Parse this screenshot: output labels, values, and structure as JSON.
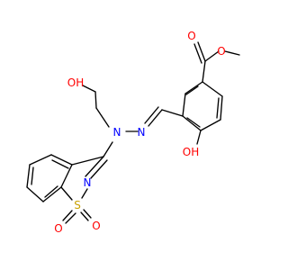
{
  "molecule": {
    "atoms": {
      "ester_o_double": {
        "text": "O",
        "color": "#ff0000"
      },
      "ester_o_single": {
        "text": "O",
        "color": "#ff0000"
      },
      "hydroxy_ethyl": {
        "text": "OH",
        "color": "#ff0000"
      },
      "hydrazone_n_tertiary": {
        "text": "N",
        "color": "#0000ff"
      },
      "hydrazone_n_imine": {
        "text": "N",
        "color": "#0000ff"
      },
      "phenol_oh": {
        "text": "OH",
        "color": "#ff0000"
      },
      "ring_n": {
        "text": "N",
        "color": "#0000ff"
      },
      "sulfur": {
        "text": "S",
        "color": "#c8a000"
      },
      "sulfonyl_o_left": {
        "text": "O",
        "color": "#ff0000"
      },
      "sulfonyl_o_right": {
        "text": "O",
        "color": "#ff0000"
      }
    }
  }
}
